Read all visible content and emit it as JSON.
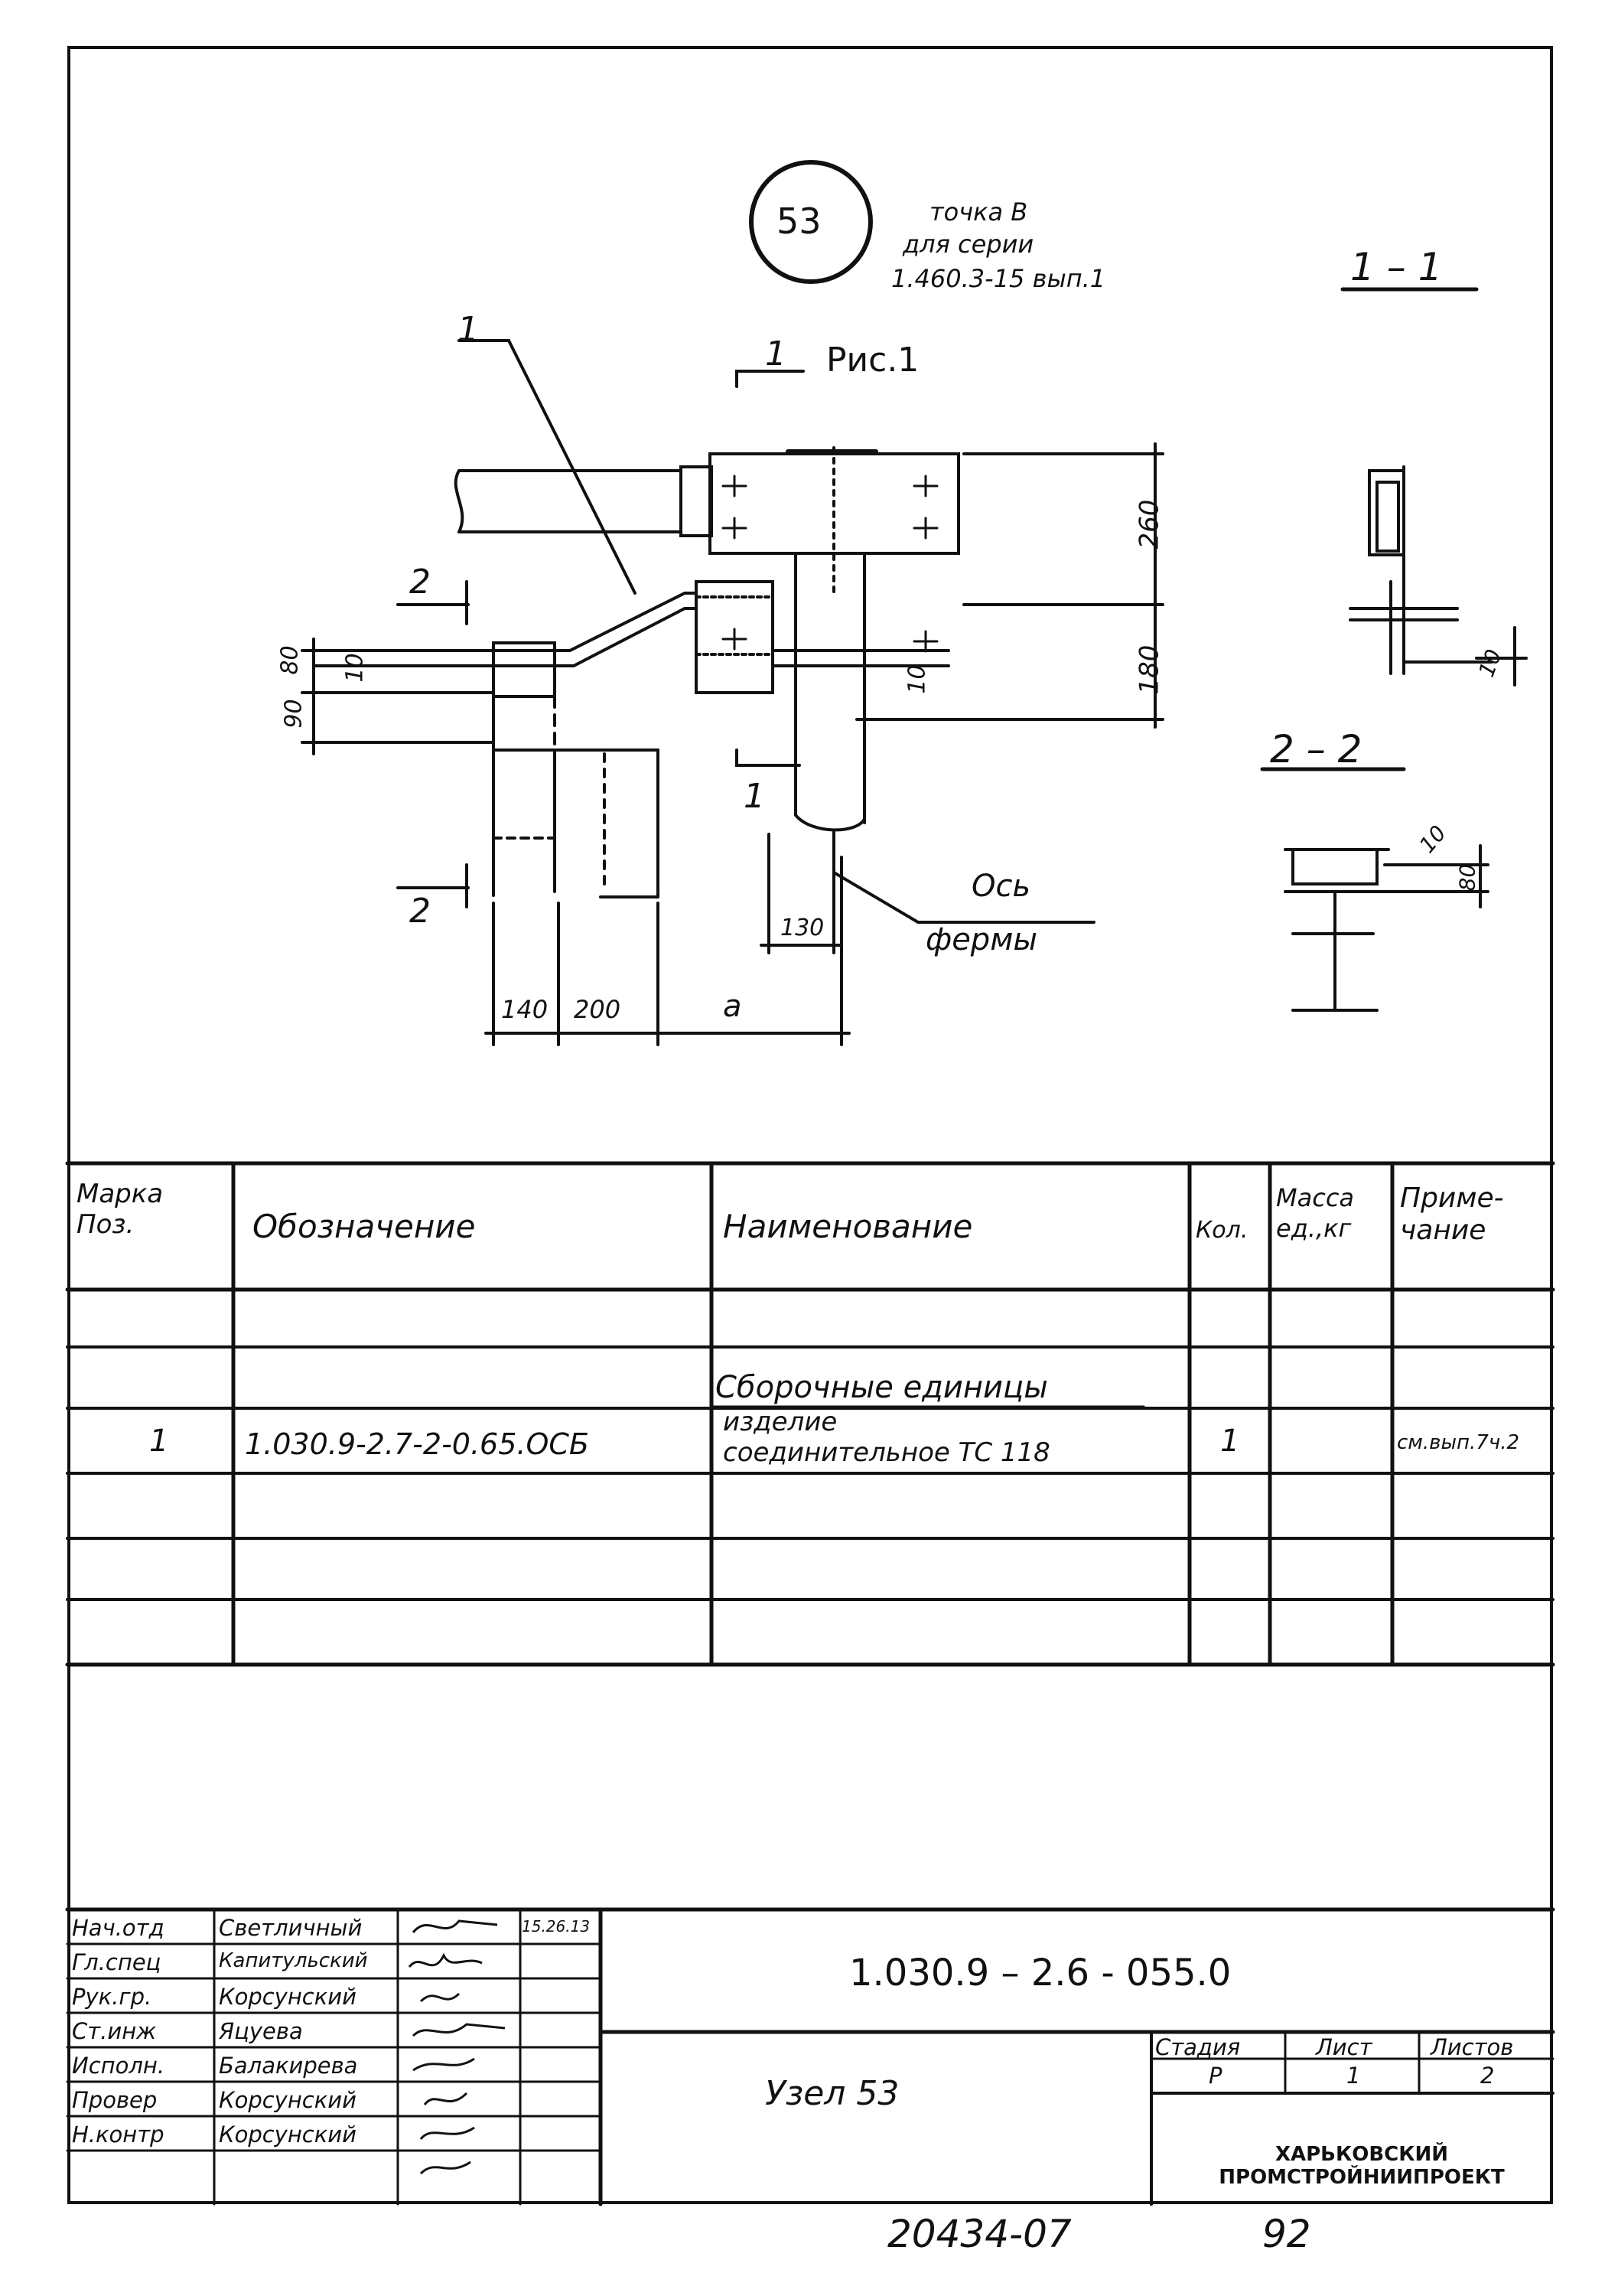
{
  "drawing": {
    "node_number": "53",
    "note": [
      "точка В",
      "для серии",
      "1.460.3-15 вып.1"
    ],
    "figure_caption": "Рис.1",
    "section_1": "1 – 1",
    "section_2": "2 – 2",
    "axis_label": [
      "Ось",
      "фермы"
    ],
    "labels": {
      "pos1": "1",
      "cut1_top": "1",
      "cut1_bottom": "1",
      "cut2_top": "2",
      "cut2_bottom": "2"
    },
    "dims": {
      "d260": "260",
      "d180": "180",
      "d10a": "10",
      "d10b": "10",
      "d80": "80",
      "d90": "90",
      "d130": "130",
      "d140": "140",
      "d200": "200",
      "da": "a",
      "d10c": "10",
      "d10d": "10",
      "d80b": "80"
    }
  },
  "spec": {
    "headers": {
      "pos": [
        "Марка",
        "Поз."
      ],
      "designation": "Обозначение",
      "name": "Наименование",
      "qty": "Кол.",
      "mass": [
        "Масса",
        "ед.,кг"
      ],
      "note": [
        "Приме-",
        "чание"
      ]
    },
    "section_title": "Сборочные единицы",
    "row": {
      "pos": "1",
      "designation": "1.030.9-2.7-2-0.65.ОСБ",
      "name": [
        "изделие",
        "соединительное  ТС 118"
      ],
      "qty": "1",
      "note": "см.вып.7ч.2"
    }
  },
  "title_block": {
    "signatories": [
      {
        "role": "Нач.отд",
        "name": "Светличный",
        "date": "15.26.13"
      },
      {
        "role": "Гл.спец",
        "name": "Капитульский",
        "date": ""
      },
      {
        "role": "Рук.гр.",
        "name": "Корсунский",
        "date": ""
      },
      {
        "role": "Ст.инж",
        "name": "Яцуева",
        "date": ""
      },
      {
        "role": "Исполн.",
        "name": "Балакирева",
        "date": ""
      },
      {
        "role": "Провер",
        "name": "Корсунский",
        "date": ""
      },
      {
        "role": "Н.контр",
        "name": "Корсунский",
        "date": ""
      }
    ],
    "document_code": "1.030.9 – 2.6 - 055.0",
    "sheet_title": "Узел 53",
    "stage_label": "Стадия",
    "sheet_label": "Лист",
    "sheets_label": "Листов",
    "stage": "Р",
    "sheet": "1",
    "sheets": "2",
    "organization": [
      "ХАРЬКОВСКИЙ",
      "ПРОМСТРОЙНИИПРОЕКТ"
    ]
  },
  "footer": {
    "archive_number": "20434-07",
    "page_number": "92"
  }
}
